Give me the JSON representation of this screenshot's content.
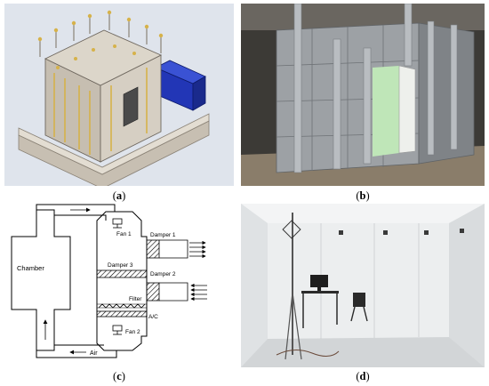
{
  "captions": {
    "a": "a",
    "b": "b",
    "c": "c",
    "d": "d"
  },
  "diagram": {
    "chamber": "Chamber",
    "fan1": "Fan 1",
    "fan2": "Fan 2",
    "damper1": "Damper 1",
    "damper2": "Damper 2",
    "damper3": "Damper 3",
    "filter": "Filter",
    "ac": "A/C",
    "air": "Air"
  },
  "colors": {
    "box_face": "#c9c1b4",
    "box_top": "#ddd7cc",
    "blue_unit": "#2a3bb0",
    "metal_wall": "#9a9ea2",
    "room_wall": "#e9ebec"
  }
}
